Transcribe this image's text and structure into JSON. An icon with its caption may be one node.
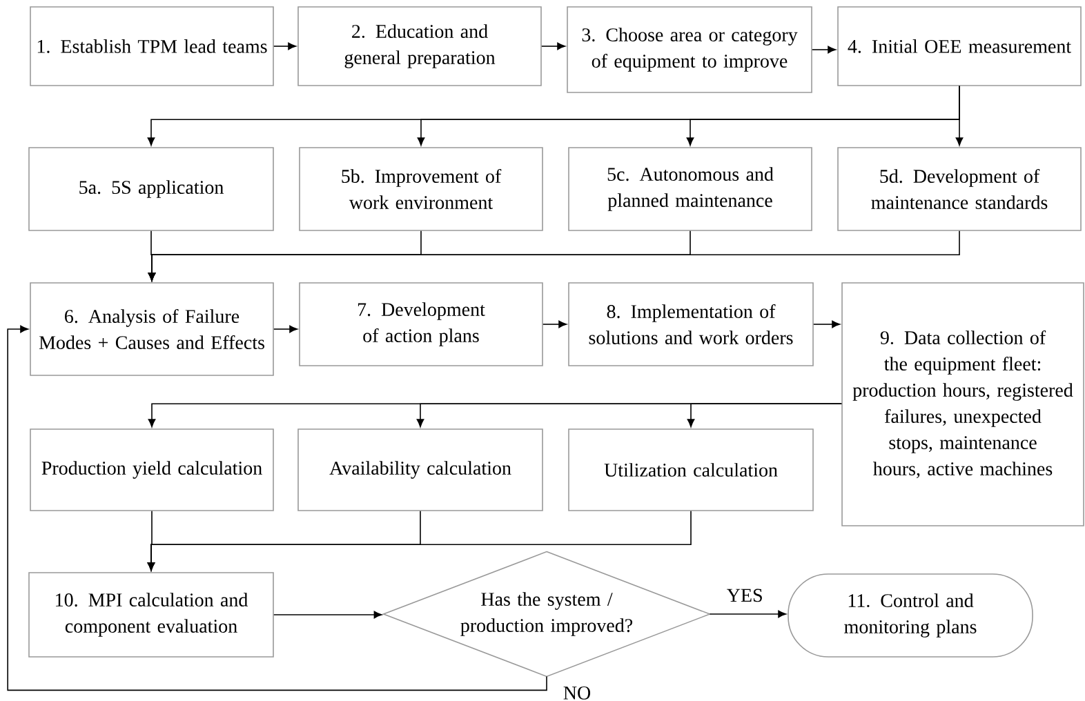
{
  "diagram": {
    "nodes": [
      {
        "text": [
          "1. Establish TPM lead teams"
        ]
      },
      {
        "text": [
          "2. Education and general preparation"
        ]
      },
      {
        "text": [
          "3. Choose area or category of equipment to improve"
        ]
      },
      {
        "text": [
          "4. Initial OEE measurement"
        ]
      },
      {
        "text": [
          "5a. 5S application"
        ]
      },
      {
        "text": [
          "5b. Improvement of work environment"
        ]
      },
      {
        "text": [
          "5c. Autonomous and planned maintenance"
        ]
      },
      {
        "text": [
          "5d. Development of maintenance standards"
        ]
      },
      {
        "text": [
          "6. Analysis of Failure Modes + Causes and Effects"
        ]
      },
      {
        "text": [
          "7. Development of action plans"
        ]
      },
      {
        "text": [
          "8. Implementation of solutions and work orders"
        ]
      },
      {
        "text": [
          "9. Data collection of the equipment fleet: production hours, registered failures, unexpected stops, maintenance hours, active machines"
        ]
      },
      {
        "text": [
          "Production yield calculation"
        ]
      },
      {
        "text": [
          "Availability calculation"
        ]
      },
      {
        "text": [
          "Utilization calculation"
        ]
      },
      {
        "text": [
          "10. MPI calculation and component evaluation"
        ]
      },
      {
        "text": [
          "Has the system / production improved?"
        ]
      },
      {
        "text": [
          "11. Control and monitoring plans"
        ]
      }
    ],
    "edges": [
      {
        "from": 0,
        "to": 1,
        "arrow": "to"
      },
      {
        "from": 1,
        "to": 2,
        "arrow": "to"
      },
      {
        "from": 2,
        "to": 3,
        "arrow": "to"
      },
      {
        "from": 3,
        "to": 4,
        "arrow": "to"
      },
      {
        "from": 3,
        "to": 5,
        "arrow": "to"
      },
      {
        "from": 3,
        "to": 6,
        "arrow": "to"
      },
      {
        "from": 3,
        "to": 7,
        "arrow": "to"
      },
      {
        "from": 4,
        "to": 8,
        "arrow": "to"
      },
      {
        "from": 5,
        "to": 8,
        "arrow": "to"
      },
      {
        "from": 6,
        "to": 8,
        "arrow": "to"
      },
      {
        "from": 7,
        "to": 8,
        "arrow": "to"
      },
      {
        "from": 8,
        "to": 9,
        "arrow": "to"
      },
      {
        "from": 9,
        "to": 10,
        "arrow": "to"
      },
      {
        "from": 10,
        "to": 11,
        "arrow": "to"
      },
      {
        "from": 11,
        "to": 12,
        "arrow": "to"
      },
      {
        "from": 11,
        "to": 13,
        "arrow": "to"
      },
      {
        "from": 11,
        "to": 14,
        "arrow": "to"
      },
      {
        "from": 12,
        "to": 15,
        "arrow": "to"
      },
      {
        "from": 13,
        "to": 15,
        "arrow": "to"
      },
      {
        "from": 14,
        "to": 15,
        "arrow": "to"
      },
      {
        "from": 15,
        "to": 16,
        "arrow": "to"
      },
      {
        "from": 16,
        "to": 17,
        "label": "YES",
        "arrow": "to"
      },
      {
        "from": 16,
        "to": 8,
        "label": "NO",
        "arrow": "to"
      }
    ]
  }
}
